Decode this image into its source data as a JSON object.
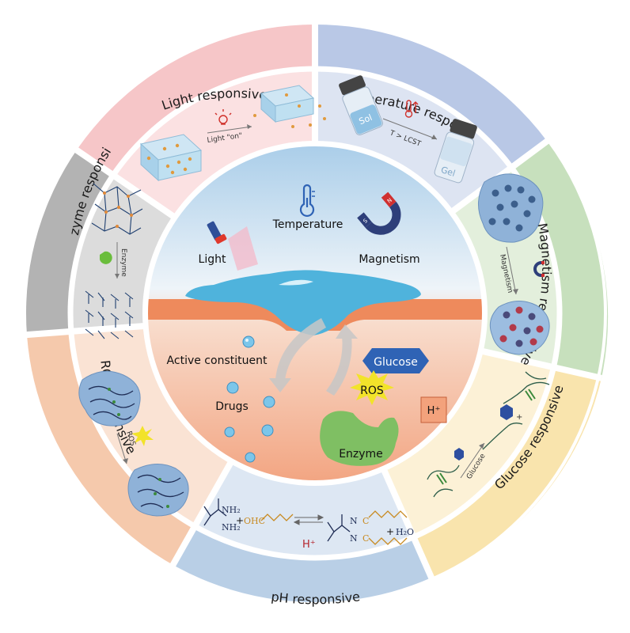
{
  "segments": [
    {
      "key": "light",
      "label": "Light responsive",
      "outer": "#f6c6c8",
      "inner": "#fbe1e2"
    },
    {
      "key": "temperature",
      "label": "Temperature responsive",
      "outer": "#b9c8e6",
      "inner": "#dde4f2"
    },
    {
      "key": "magnetism",
      "label": "Magnetism responsive",
      "outer": "#c7e0bd",
      "inner": "#e3efdc"
    },
    {
      "key": "glucose",
      "label": "Glucose responsive",
      "outer": "#f9e4ad",
      "inner": "#fcf1d6"
    },
    {
      "key": "ph",
      "label": "pH responsive",
      "outer": "#b9cfe6",
      "inner": "#dde7f3"
    },
    {
      "key": "ros",
      "label": "ROS responsive",
      "outer": "#f5c9ac",
      "inner": "#fae3d4"
    },
    {
      "key": "enzyme",
      "label": "Enzyme responsive",
      "outer": "#b3b3b3",
      "inner": "#dcdcdc"
    }
  ],
  "center": {
    "temperature": "Temperature",
    "light": "Light",
    "magnetism": "Magnetism",
    "glucose": "Glucose",
    "active": "Active constituent",
    "drugs": "Drugs",
    "ros": "ROS",
    "h": "H⁺",
    "enzyme": "Enzyme"
  },
  "panels": {
    "light_on": "Light \"on\"",
    "temp_cond": "T > LCST",
    "sol": "Sol",
    "gel": "Gel",
    "magnetism": "Magnetism",
    "glucose": "Glucose",
    "ros": "ROS",
    "enzyme": "Enzyme",
    "ph_nh2": "NH₂",
    "ph_ohc": "OHC",
    "ph_h": "H⁺",
    "ph_h2o": "H₂O",
    "ph_n": "N",
    "ph_c": "C",
    "plus": "+"
  },
  "icons": [
    "thermometer-icon",
    "flashlight-icon",
    "magnet-icon"
  ],
  "colors": {
    "skin": "#ee8a5c",
    "water": "#4fb3dc",
    "sky_top": "#a9cde9",
    "tissue_bottom": "#f2a27e"
  }
}
